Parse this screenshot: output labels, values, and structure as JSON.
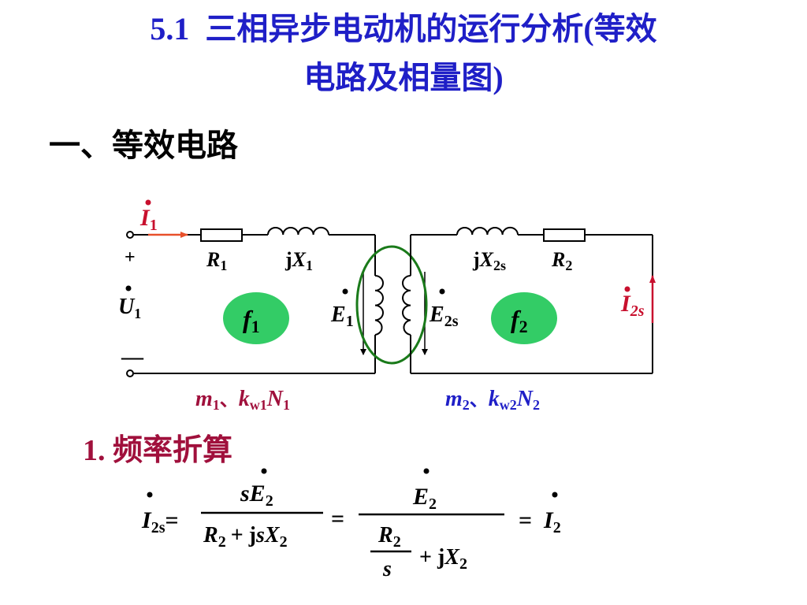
{
  "title": {
    "line1_number": "5.1",
    "line1_text": "三相异步电动机的运行分析(等效",
    "line2_text": "电路及相量图)"
  },
  "section_heading": "一、等效电路",
  "subsection": {
    "number": "1.",
    "text": "频率折算"
  },
  "circuit": {
    "current_primary": "I",
    "current_primary_sub": "1",
    "voltage_symbol": "U",
    "voltage_sub": "1",
    "plus_sign": "+",
    "minus_sign": "—",
    "r1": "R",
    "r1_sub": "1",
    "x1_prefix": "j",
    "x1": "X",
    "x1_sub": "1",
    "x2s_prefix": "j",
    "x2s": "X",
    "x2s_sub": "2s",
    "r2": "R",
    "r2_sub": "2",
    "e1": "E",
    "e1_sub": "1",
    "e2s": "E",
    "e2s_sub": "2s",
    "f1": "f",
    "f1_sub": "1",
    "f2": "f",
    "f2_sub": "2",
    "i2s": "I",
    "i2s_sub": "2s",
    "left_winding": {
      "m": "m",
      "m_sub": "1",
      "sep": "、",
      "k": "k",
      "k_sub": "w1",
      "n": "N",
      "n_sub": "1"
    },
    "right_winding": {
      "m": "m",
      "m_sub": "2",
      "sep": "、",
      "k": "k",
      "k_sub": "w2",
      "n": "N",
      "n_sub": "2"
    }
  },
  "formula": {
    "lhs": "I",
    "lhs_sub": "2s",
    "eq1": "=",
    "frac1_num": "sE",
    "frac1_num_sub": "2",
    "frac1_den_a": "R",
    "frac1_den_a_sub": "2",
    "frac1_den_plus": "+ j",
    "frac1_den_s": "s",
    "frac1_den_x": "X",
    "frac1_den_x_sub": "2",
    "eq2": "=",
    "frac2_num": "E",
    "frac2_num_sub": "2",
    "frac2_inner_num": "R",
    "frac2_inner_num_sub": "2",
    "frac2_inner_den": "s",
    "frac2_plus": "+ j",
    "frac2_x": "X",
    "frac2_x_sub": "2",
    "eq3": "=",
    "rhs": "I",
    "rhs_sub": "2"
  },
  "colors": {
    "title": "#1f1fc7",
    "current": "#c8102e",
    "winding_label_left": "#a0103c",
    "winding_label_right": "#1f1fc7",
    "frequency_fill": "#33cc66",
    "core_ellipse": "#1a7a1a",
    "arrow": "#e8502a"
  }
}
